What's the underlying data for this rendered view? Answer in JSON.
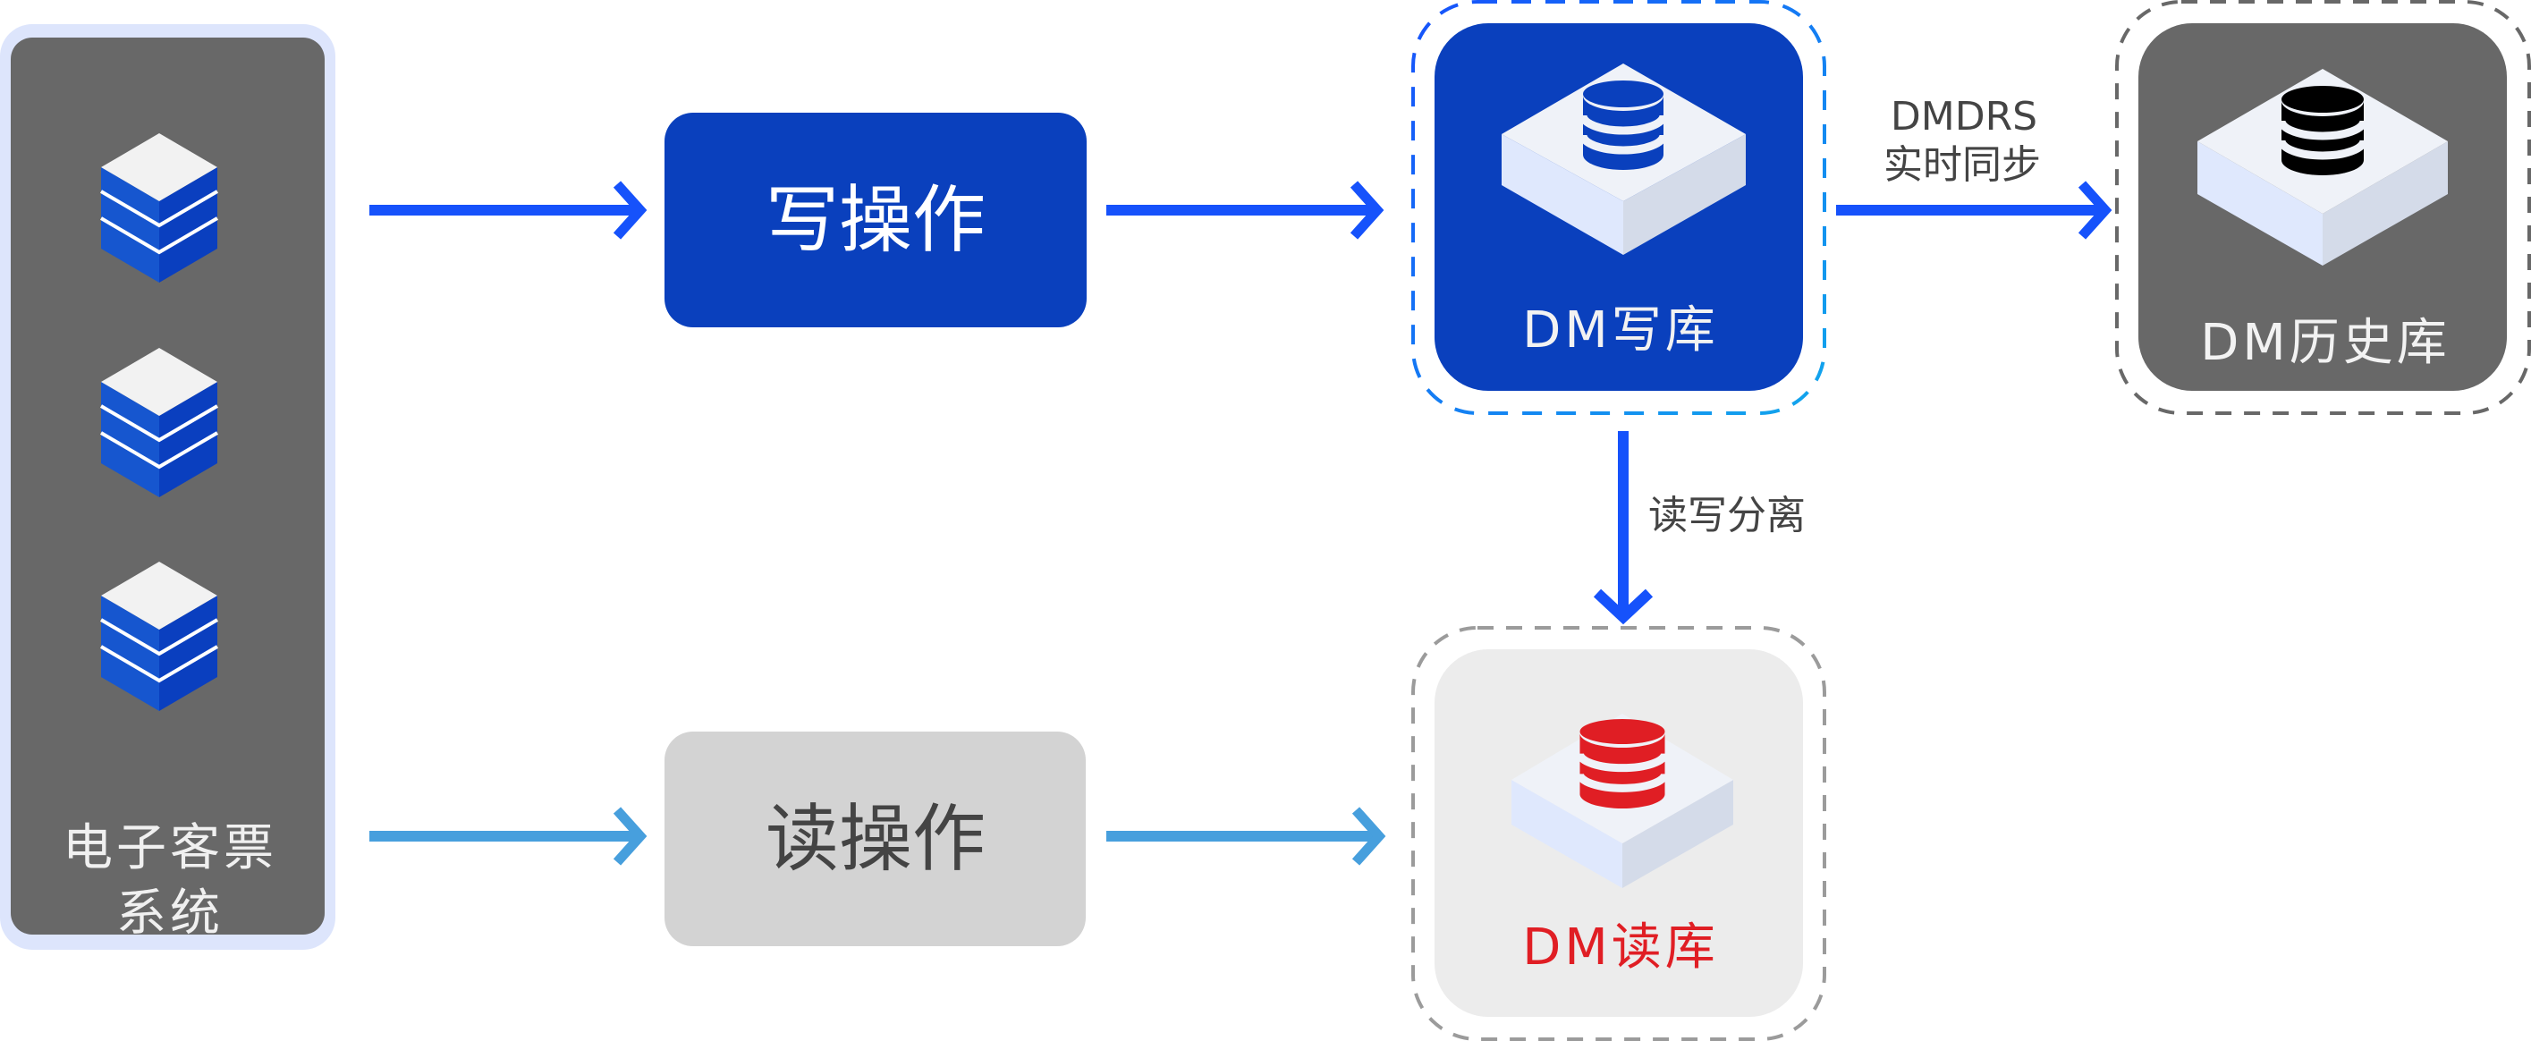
{
  "diagram": {
    "source_system": {
      "label_line1": "电子客票",
      "label_line2": "系统",
      "icon": "stacked-server-cube-icon",
      "icon_count": 3
    },
    "write_operation": {
      "label": "写操作"
    },
    "read_operation": {
      "label": "读操作"
    },
    "write_db": {
      "label": "DM写库",
      "icon": "database-icon"
    },
    "history_db": {
      "label": "DM历史库",
      "icon": "database-icon"
    },
    "read_db": {
      "label": "DM读库",
      "icon": "database-icon"
    },
    "sync_edge": {
      "label_line1": "DMDRS",
      "label_line2": "实时同步"
    },
    "split_edge": {
      "label": "读写分离"
    },
    "edges": [
      {
        "from": "source_system",
        "to": "write_operation"
      },
      {
        "from": "write_operation",
        "to": "write_db"
      },
      {
        "from": "write_db",
        "to": "history_db",
        "label": "DMDRS 实时同步"
      },
      {
        "from": "write_db",
        "to": "read_db",
        "label": "读写分离"
      },
      {
        "from": "source_system",
        "to": "read_operation"
      },
      {
        "from": "read_operation",
        "to": "read_db"
      }
    ]
  },
  "colors": {
    "write_blue": "#0a40bd",
    "arrow_blue": "#1652fb",
    "arrow_light_blue": "#479fdd",
    "panel_gray": "#686868",
    "read_op_gray": "#d3d3d3",
    "read_db_bg": "#ececec",
    "read_db_red": "#e01e24",
    "label_dark": "#444444",
    "history_cylinder": "#000000"
  }
}
